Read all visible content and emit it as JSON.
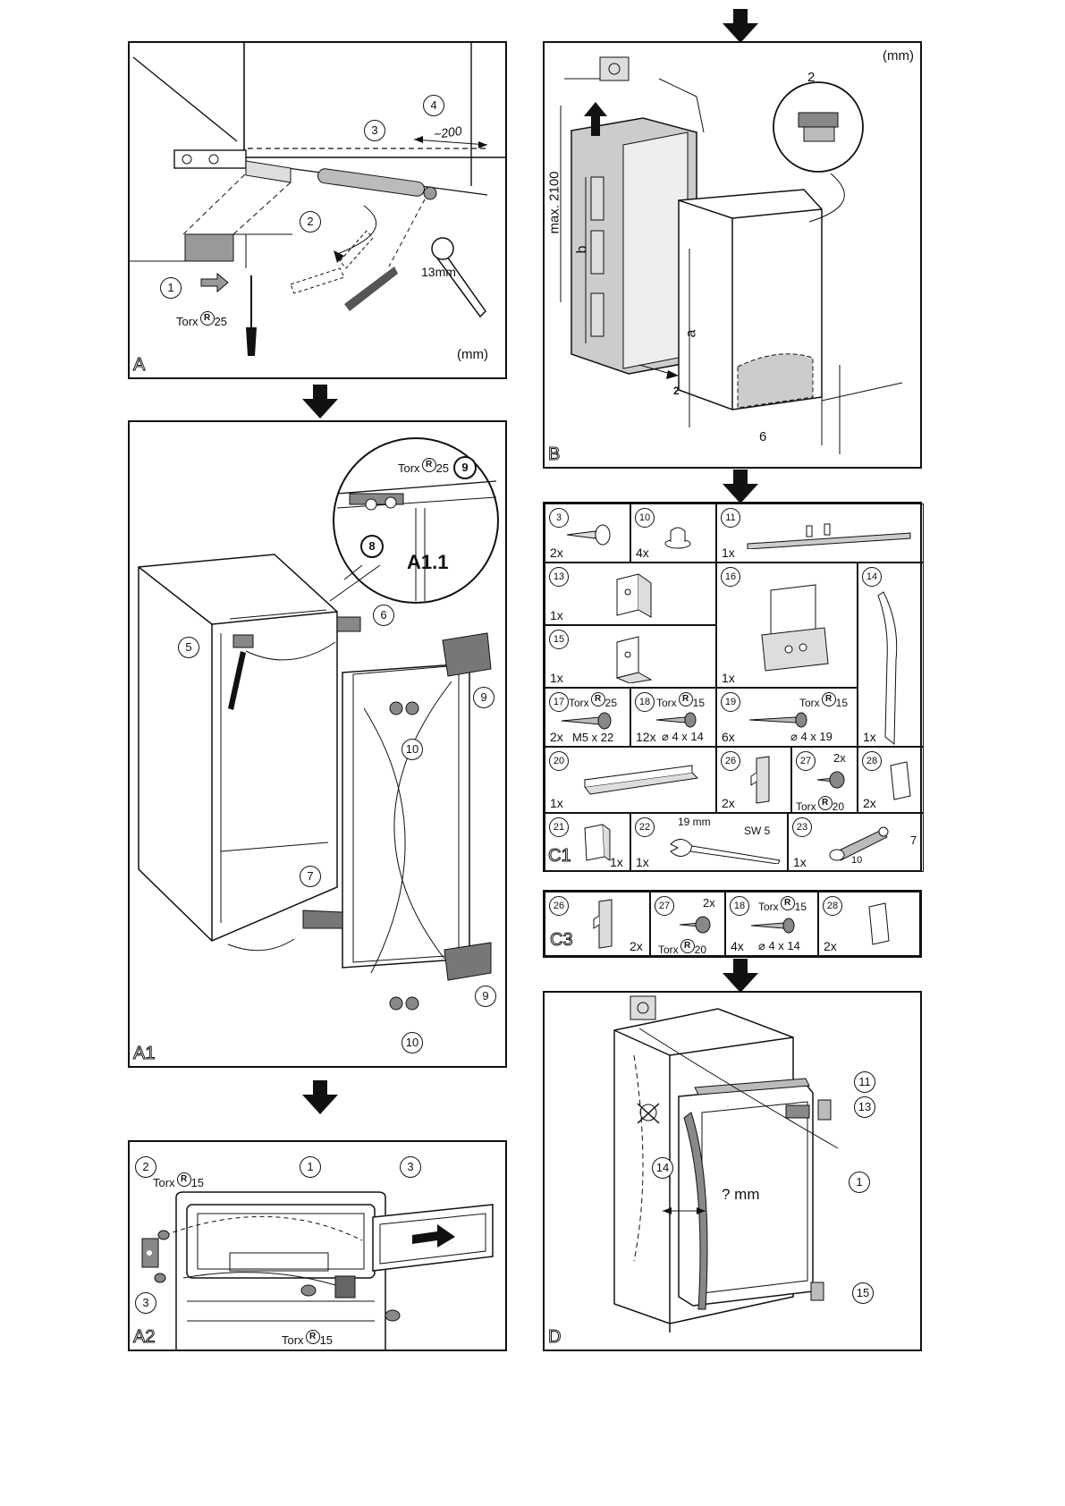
{
  "flow_arrow_color": "#111111",
  "panelA": {
    "label": "A",
    "unit": "(mm)",
    "dim": "~200",
    "wrench": "13mm",
    "torx_word": "Torx",
    "torx_size": "25",
    "callouts": [
      "1",
      "2",
      "3",
      "4"
    ]
  },
  "panelA1": {
    "label": "A1",
    "detail_label": "A1.1",
    "torx_word": "Torx",
    "torx_size": "25",
    "callouts": [
      "5",
      "6",
      "7",
      "8",
      "9",
      "9",
      "9",
      "10",
      "10"
    ]
  },
  "panelA2": {
    "label": "A2",
    "torx_word": "Torx",
    "torx_size_top": "15",
    "torx_size_bottom": "15",
    "callouts": [
      "2",
      "1",
      "3",
      "3"
    ]
  },
  "panelB": {
    "label": "B",
    "unit": "(mm)",
    "dim_max": "max. 2100",
    "dim_b": "b",
    "dim_a": "a",
    "dim_2_top": "2",
    "dim_2_bottom": "2",
    "dim_6": "6"
  },
  "panelC1": {
    "label": "C1",
    "torx_word": "Torx",
    "cells": [
      {
        "num": "3",
        "qty": "2x"
      },
      {
        "num": "10",
        "qty": "4x"
      },
      {
        "num": "11",
        "qty": "1x"
      },
      {
        "num": "13",
        "qty": "1x"
      },
      {
        "num": "16",
        "qty": "1x"
      },
      {
        "num": "14",
        "qty": "1x"
      },
      {
        "num": "15",
        "qty": "1x"
      },
      {
        "num": "17",
        "qty": "2x",
        "torx": "25",
        "spec": "M5 x 22"
      },
      {
        "num": "18",
        "qty": "12x",
        "torx": "15",
        "spec": "⌀ 4 x 14"
      },
      {
        "num": "19",
        "qty": "6x",
        "torx": "15",
        "spec": "⌀ 4 x 19"
      },
      {
        "num": "20",
        "qty": "1x"
      },
      {
        "num": "26",
        "qty": "2x"
      },
      {
        "num": "27",
        "qty": "2x",
        "qty_top": "2x",
        "torx": "20"
      },
      {
        "num": "28",
        "qty": "2x"
      },
      {
        "num": "21",
        "qty": "1x"
      },
      {
        "num": "22",
        "qty": "1x",
        "spec_top": "19 mm",
        "spec_side": "SW 5"
      },
      {
        "num": "23",
        "qty": "1x",
        "spec_a": "7",
        "spec_b": "10"
      }
    ]
  },
  "panelC3": {
    "label": "C3",
    "torx_word": "Torx",
    "cells": [
      {
        "num": "26",
        "qty": "2x"
      },
      {
        "num": "27",
        "qty": "2x",
        "torx": "20"
      },
      {
        "num": "18",
        "qty": "4x",
        "torx": "15",
        "spec": "⌀ 4 x 14"
      },
      {
        "num": "28",
        "qty": "2x"
      }
    ]
  },
  "panelD": {
    "label": "D",
    "dim": "? mm",
    "callouts": [
      "11",
      "13",
      "14",
      "1",
      "15"
    ]
  }
}
